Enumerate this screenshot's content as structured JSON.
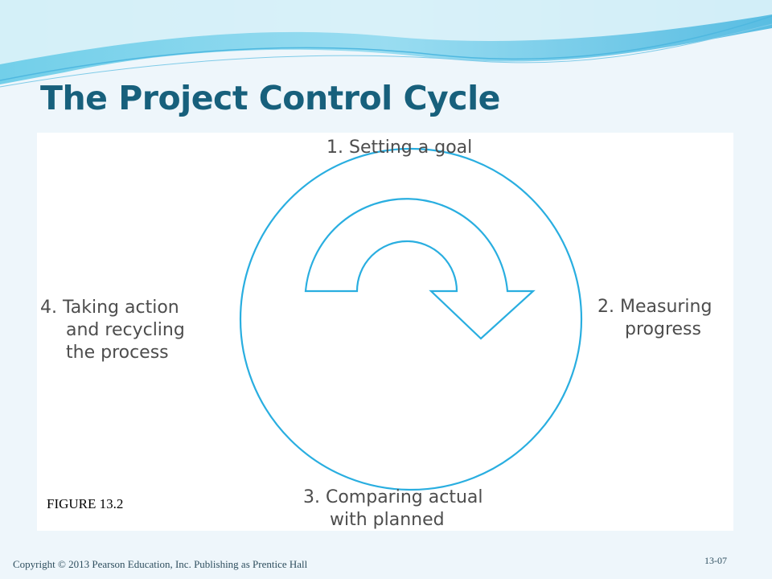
{
  "slide": {
    "title": "The Project Control Cycle",
    "figure_label": "FIGURE 13.2",
    "copyright": "Copyright © 2013 Pearson Education, Inc. Publishing as Prentice Hall",
    "page_number": "13-07"
  },
  "diagram": {
    "steps": [
      {
        "lines": [
          "1. Setting a goal"
        ]
      },
      {
        "lines": [
          "2. Measuring",
          "progress"
        ]
      },
      {
        "lines": [
          "3. Comparing actual",
          "with planned"
        ]
      },
      {
        "lines": [
          "4. Taking action",
          "and recycling",
          "the process"
        ]
      }
    ]
  },
  "colors": {
    "title": "#17607c",
    "cycle_stroke": "#29aee0",
    "label_text": "#4d4d4d",
    "background": "#eef6fb"
  }
}
